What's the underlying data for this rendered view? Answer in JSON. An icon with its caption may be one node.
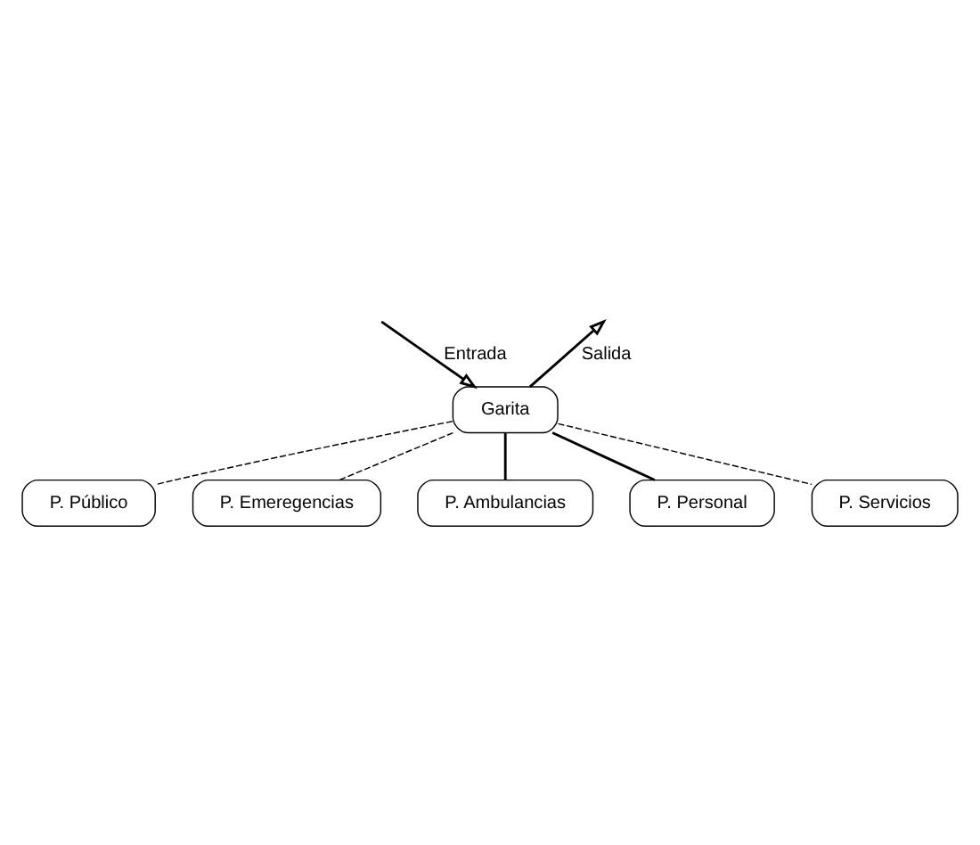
{
  "diagram": {
    "nodes": [
      {
        "text": [
          "Garita"
        ]
      },
      {
        "text": [
          "P. Público"
        ]
      },
      {
        "text": [
          "P. Emeregencias"
        ]
      },
      {
        "text": [
          "P. Ambulancias"
        ]
      },
      {
        "text": [
          "P. Personal"
        ]
      },
      {
        "text": [
          "P. Servicios"
        ]
      }
    ],
    "edges": [
      {
        "from": null,
        "to": 0,
        "arrow": "to",
        "label": "Entrada"
      },
      {
        "from": 0,
        "to": null,
        "arrow": "to",
        "label": "Salida"
      },
      {
        "from": 0,
        "to": 1,
        "arrow": "none",
        "style": "dashed"
      },
      {
        "from": 0,
        "to": 2,
        "arrow": "none",
        "style": "dashed"
      },
      {
        "from": 0,
        "to": 3,
        "arrow": "none"
      },
      {
        "from": 0,
        "to": 4,
        "arrow": "none"
      },
      {
        "from": 0,
        "to": 5,
        "arrow": "none",
        "style": "dashed"
      }
    ]
  }
}
